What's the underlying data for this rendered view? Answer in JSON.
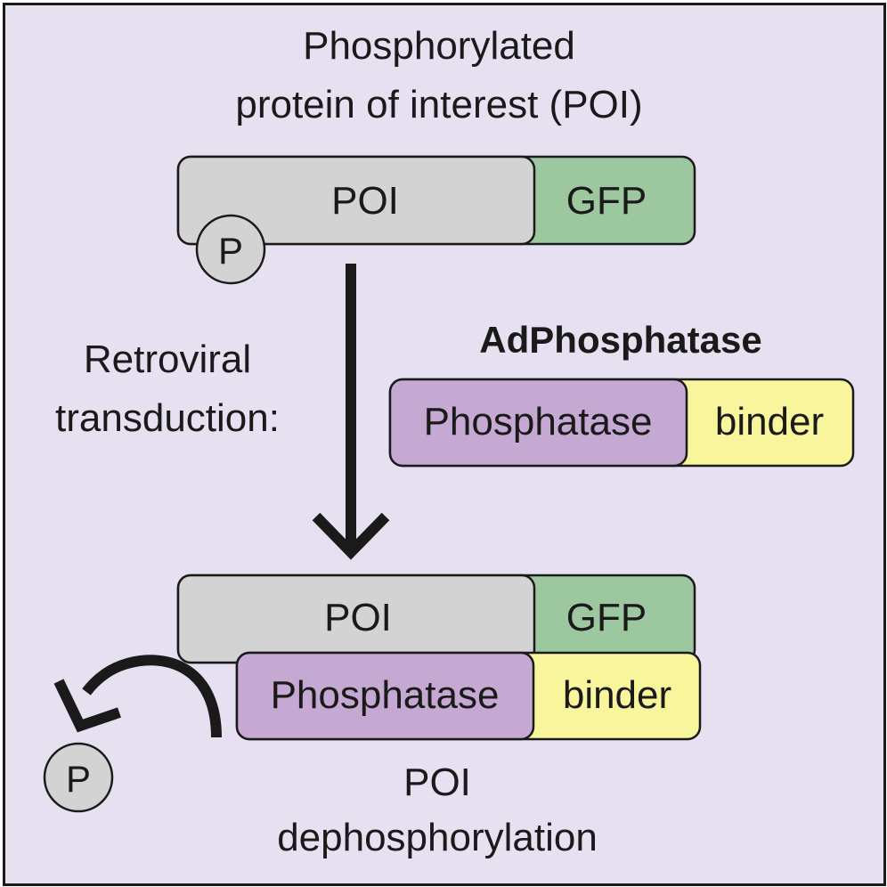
{
  "title": {
    "line1": "Phosphorylated",
    "line2": "protein of interest (POI)"
  },
  "top_construct": {
    "poi_label": "POI",
    "gfp_label": "GFP",
    "phospho_label": "P"
  },
  "process": {
    "line1": "Retroviral",
    "line2": "transduction:"
  },
  "adphosphatase": {
    "title": "AdPhosphatase",
    "phosphatase_label": "Phosphatase",
    "binder_label": "binder"
  },
  "bottom_complex": {
    "poi_label": "POI",
    "gfp_label": "GFP",
    "phosphatase_label": "Phosphatase",
    "binder_label": "binder",
    "released_phospho_label": "P"
  },
  "result": {
    "line1": "POI",
    "line2": "dephosphorylation"
  },
  "colors": {
    "background": "#e6e0f0",
    "poi": "#d3d3d3",
    "gfp": "#9cc79f",
    "phosphatase": "#c6a9d3",
    "binder": "#f8f59c",
    "outline": "#1a1a1a"
  }
}
